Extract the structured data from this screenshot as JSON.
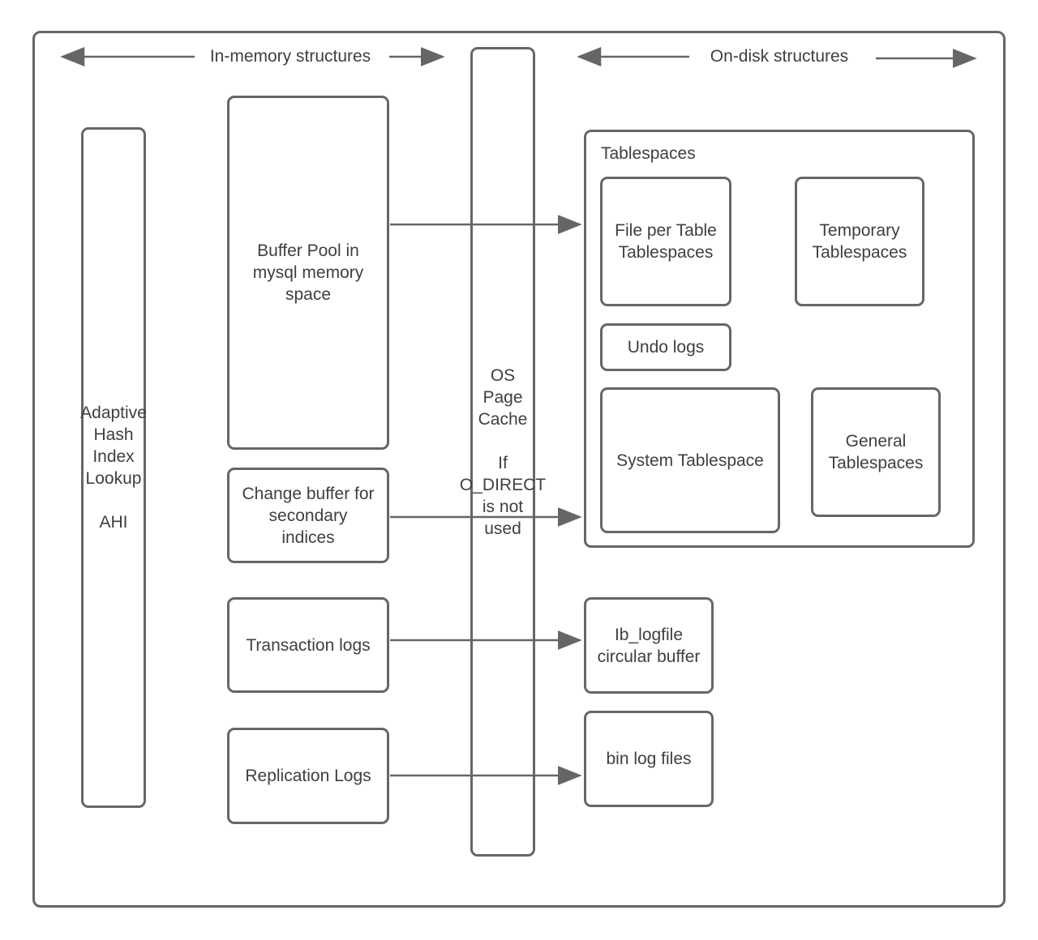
{
  "colors": {
    "stroke": "#666666",
    "text": "#3f3f3f",
    "background": "#ffffff"
  },
  "headers": {
    "in_memory": "In-memory structures",
    "on_disk": "On-disk structures"
  },
  "boxes": {
    "ahi": "Adaptive\nHash\nIndex\nLookup\n\nAHI",
    "buffer_pool": "Buffer Pool in\nmysql memory\nspace",
    "change_buffer": "Change buffer for\nsecondary\nindices",
    "transaction_logs": "Transaction logs",
    "replication_logs": "Replication Logs",
    "os_page_cache": "OS\nPage\nCache\n\nIf\nO_DIRECT\nis not\nused",
    "tablespaces_title": "Tablespaces",
    "file_per_table": "File per Table\nTablespaces",
    "temporary_tablespaces": "Temporary\nTablespaces",
    "undo_logs": "Undo logs",
    "system_tablespace": "System Tablespace",
    "general_tablespaces": "General\nTablespaces",
    "ib_logfile": "Ib_logfile\ncircular buffer",
    "bin_log_files": "bin log files"
  },
  "arrows": [
    {
      "name": "in-memory-span-left",
      "direction": "left"
    },
    {
      "name": "in-memory-span-right",
      "direction": "right"
    },
    {
      "name": "on-disk-span-left",
      "direction": "left"
    },
    {
      "name": "on-disk-span-right",
      "direction": "right"
    },
    {
      "name": "buffer-pool-to-tablespaces",
      "direction": "right"
    },
    {
      "name": "change-buffer-to-tablespaces",
      "direction": "right"
    },
    {
      "name": "transaction-logs-to-ib-logfile",
      "direction": "right"
    },
    {
      "name": "replication-logs-to-bin-log-files",
      "direction": "right"
    }
  ]
}
